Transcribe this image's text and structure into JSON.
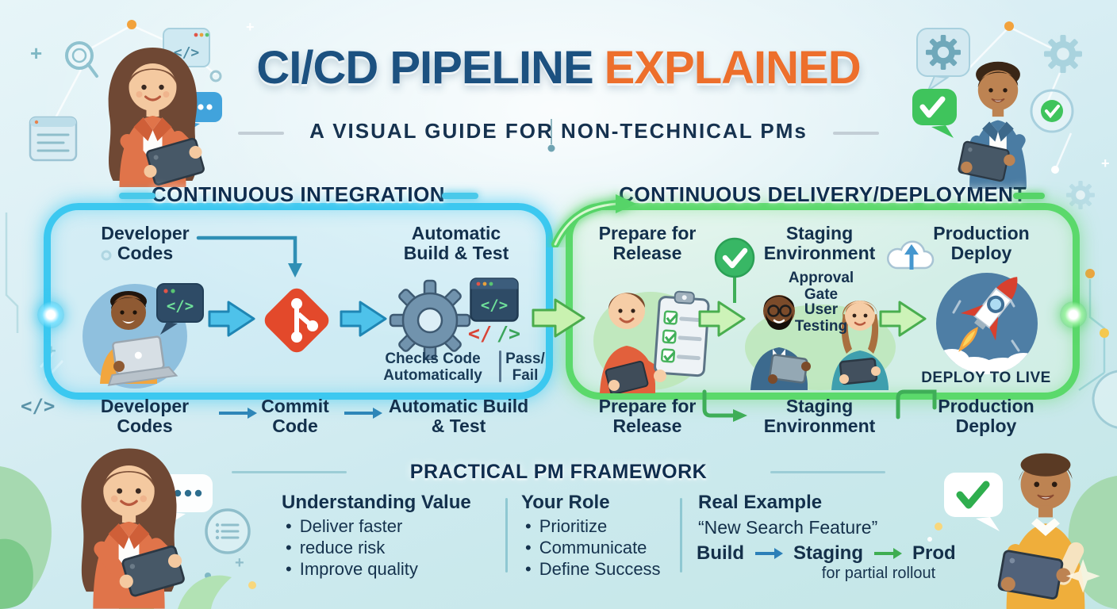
{
  "title": {
    "main_primary": "CI/CD PIPELINE",
    "main_accent": "EXPLAINED",
    "subtitle": "A VISUAL GUIDE FOR NON-TECHNICAL PMs"
  },
  "ci_section": {
    "header": "CONTINUOUS INTEGRATION",
    "label_developer_top": "Developer Codes",
    "label_build_top": "Automatic Build & Test",
    "code_tag": "</>",
    "code_open": "</",
    "code_close": "/>",
    "caption_checks": "Checks Code Automatically",
    "caption_pass_fail": "Pass/ Fail",
    "step_developer": "Developer Codes",
    "step_commit": "Commit Code",
    "step_build": "Automatic Build & Test"
  },
  "cd_section": {
    "header": "CONTINUOUS DELIVERY/DEPLOYMENT",
    "label_prepare_top": "Prepare for Release",
    "label_staging_top": "Staging Environment",
    "label_production_top": "Production Deploy",
    "caption_approval": "Approval Gate",
    "caption_testing": "User Testing",
    "caption_deploy": "DEPLOY TO LIVE",
    "step_prepare": "Prepare for Release",
    "step_staging": "Staging Environment",
    "step_production": "Production Deploy"
  },
  "framework": {
    "header": "PRACTICAL PM FRAMEWORK",
    "columns": [
      {
        "title": "Understanding Value",
        "bullets": [
          "Deliver faster",
          "reduce risk",
          "Improve quality"
        ]
      },
      {
        "title": "Your Role",
        "bullets": [
          "Prioritize",
          "Communicate",
          "Define Success"
        ]
      },
      {
        "title": "Real Example",
        "quote": "“New Search Feature”",
        "flow": {
          "start": "Build",
          "middle": "Staging",
          "end": "Prod"
        },
        "note": "for partial rollout"
      }
    ]
  },
  "icons": {
    "git_commit": "git-branch glyph",
    "gear": "⚙",
    "check": "✓",
    "arrow_right": "→",
    "code_tag": "</>",
    "ellipsis_bubble": "•••",
    "cloud_upload": "☁↑",
    "rocket": "🚀",
    "clipboard_checklist": "☑ list",
    "plus_sparkle": "+"
  },
  "colors": {
    "title_primary": "#1c5180",
    "title_accent": "#ed6f2c",
    "heading_navy": "#0f2d4e",
    "body_navy": "#15324d",
    "ci_border": "#3cc8f0",
    "cd_border": "#5bd96b",
    "arrow_blue_fill": "#4ec2ea",
    "arrow_green_fill": "#cdf3b8",
    "git_orange": "#e3492b",
    "check_green": "#38b765",
    "pass_green": "#3ba55c",
    "fail_red": "#d94436",
    "build_arrow_blue": "#2c7fb8",
    "staging_arrow_green": "#3fae52"
  }
}
